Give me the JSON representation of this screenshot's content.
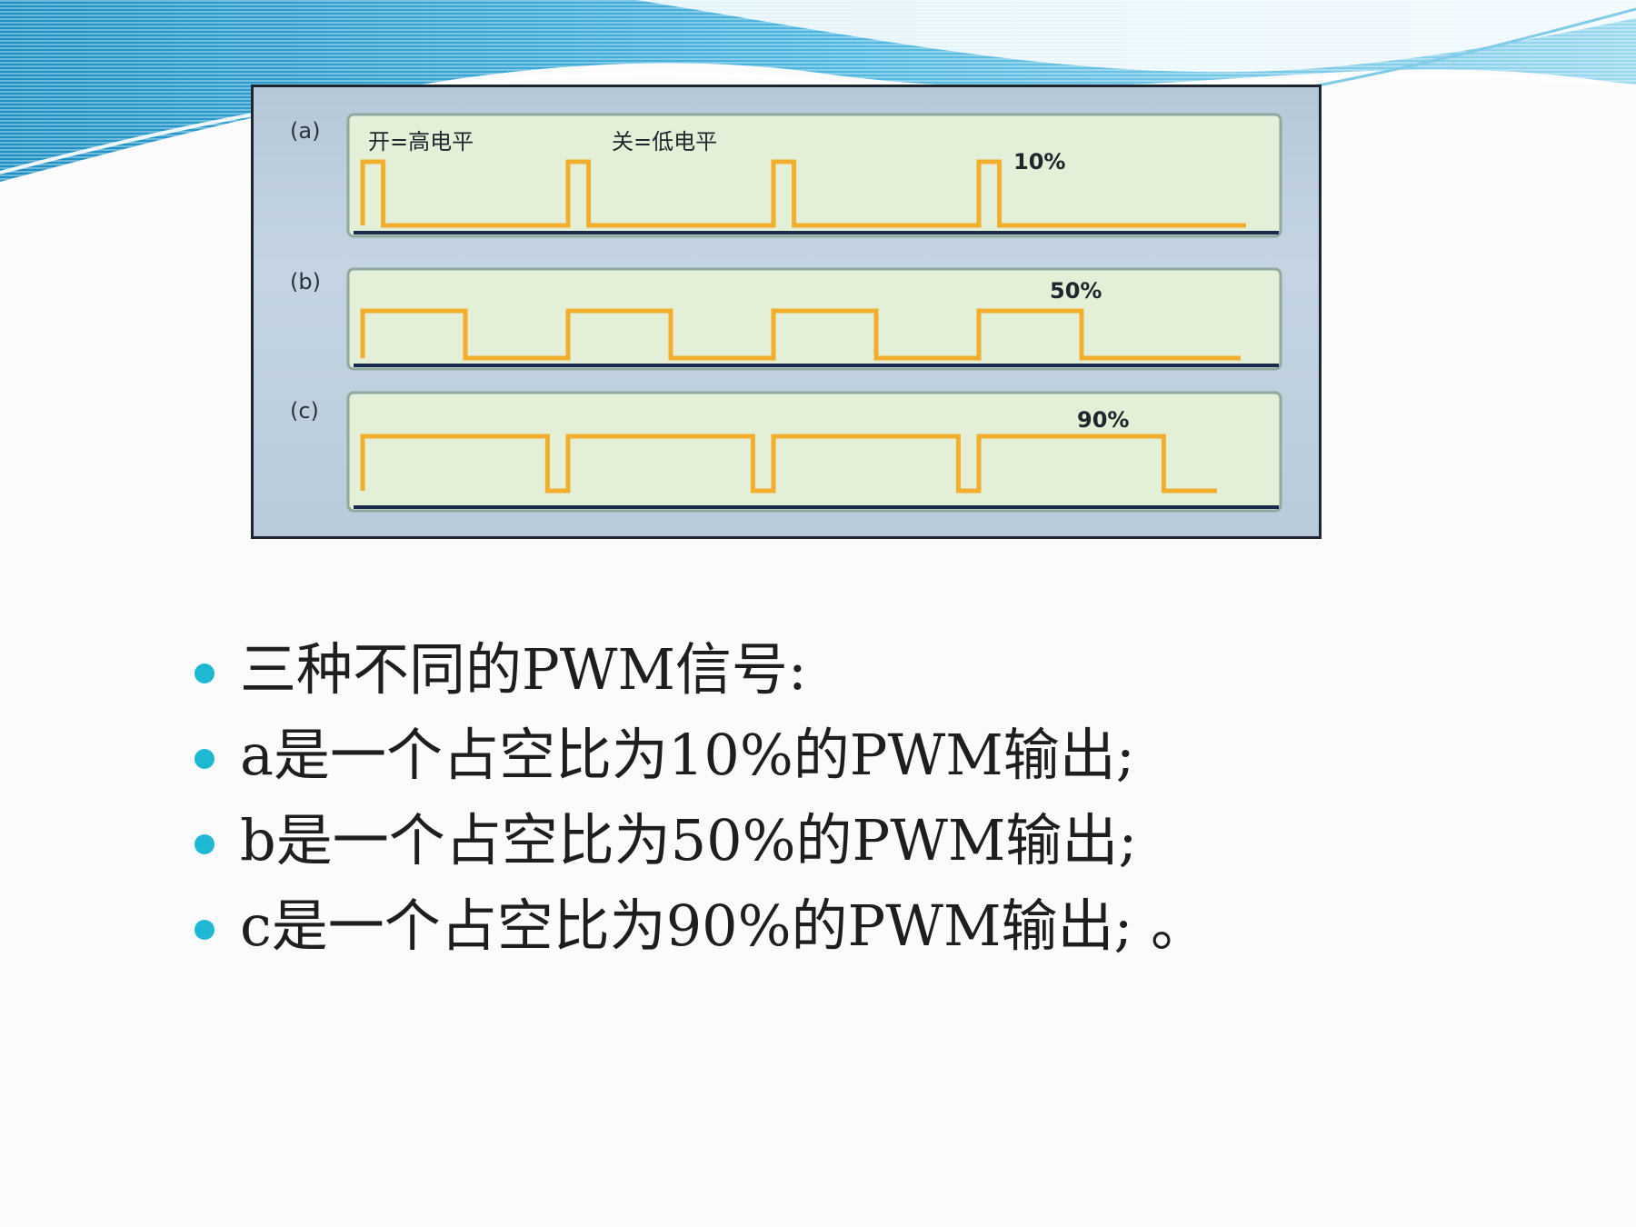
{
  "figure": {
    "panels": [
      {
        "label": "(a)",
        "duty": 0.1,
        "percent_label": "10%",
        "annotations": [
          "开=高电平",
          "关=低电平"
        ]
      },
      {
        "label": "(b)",
        "duty": 0.5,
        "percent_label": "50%",
        "annotations": []
      },
      {
        "label": "(c)",
        "duty": 0.9,
        "percent_label": "90%",
        "annotations": []
      }
    ]
  },
  "bullets": [
    "三种不同的PWM信号:",
    "a是一个占空比为10%的PWM输出;",
    "b是一个占空比为50%的PWM输出;",
    "c是一个占空比为90%的PWM输出; 。"
  ],
  "colors": {
    "signal": "#f2ae2c",
    "panel_bg": "#e3efd6",
    "bullet": "#1fb8d2",
    "header_wave": "#3aa6d4"
  }
}
